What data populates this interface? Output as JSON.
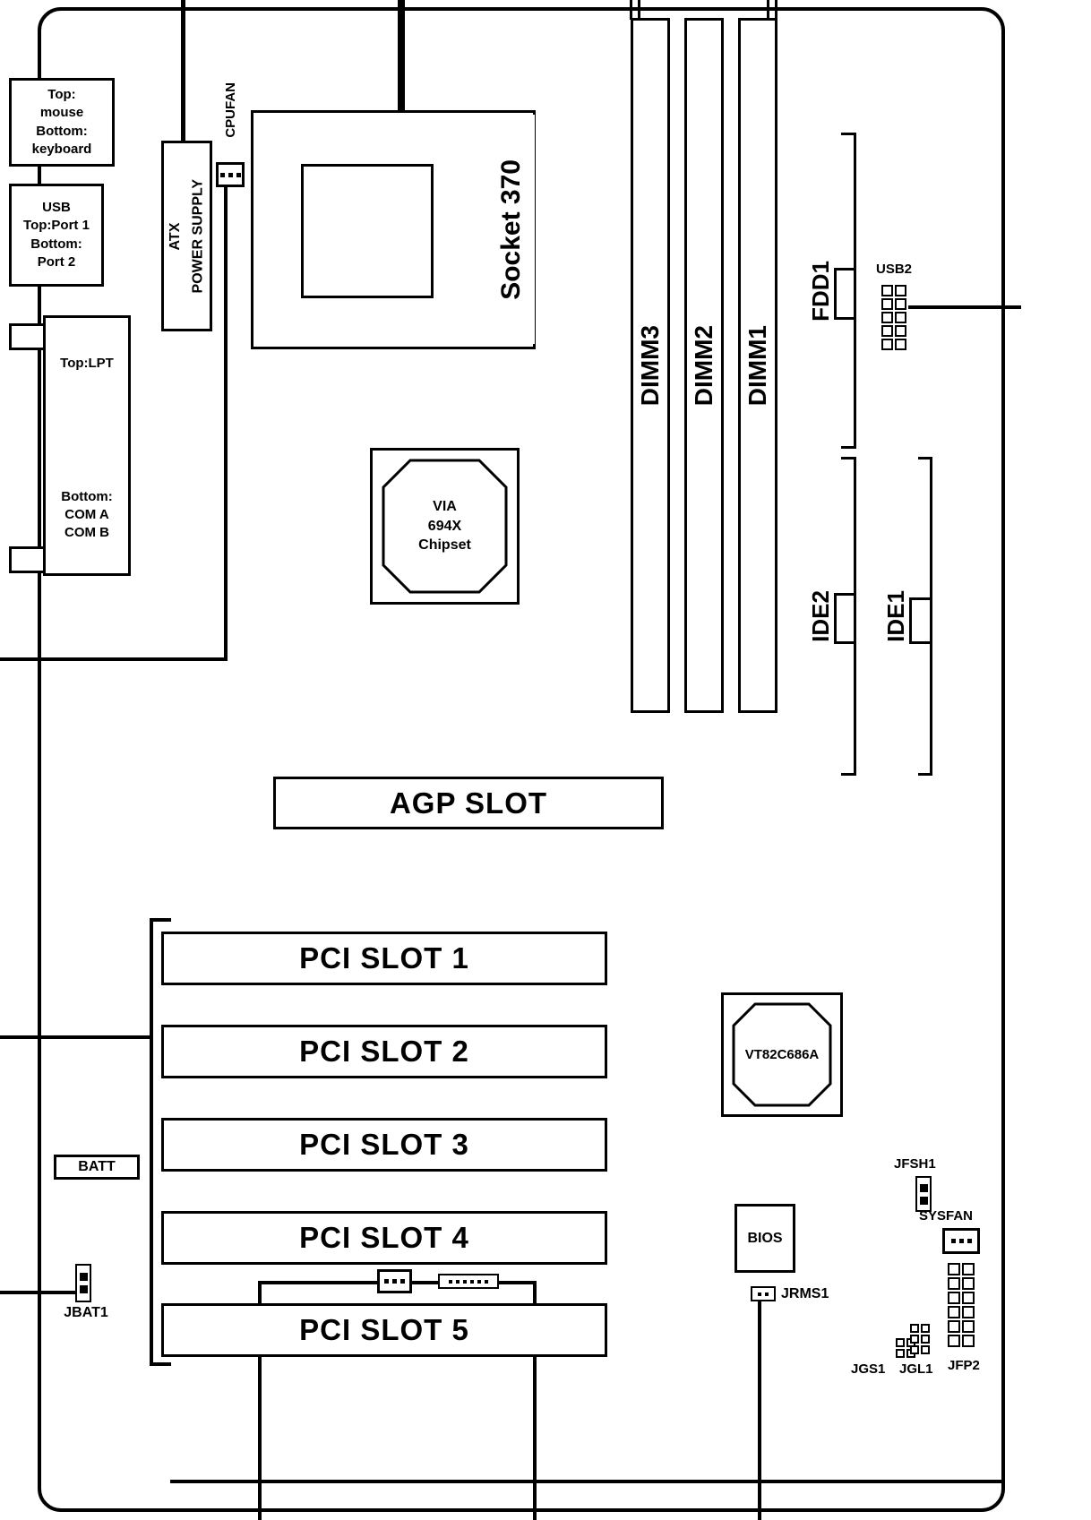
{
  "diagram": {
    "back_panel": {
      "mouse_keyboard": "Top:\nmouse\nBottom:\nkeyboard",
      "usb_ports": "USB\nTop:Port 1\nBottom:\nPort 2",
      "lpt": "Top:LPT",
      "com": "Bottom:\nCOM A\nCOM B"
    },
    "power": {
      "atx": "ATX\nPOWER SUPPLY",
      "cpufan": "CPUFAN",
      "sysfan": "SYSFAN"
    },
    "cpu": {
      "socket": "Socket 370"
    },
    "chips": {
      "northbridge": "VIA\n694X\nChipset",
      "southbridge": "VT82C686A",
      "bios": "BIOS"
    },
    "memory": {
      "dimm3": "DIMM3",
      "dimm2": "DIMM2",
      "dimm1": "DIMM1"
    },
    "storage": {
      "fdd1": "FDD1",
      "ide2": "IDE2",
      "ide1": "IDE1"
    },
    "slots": {
      "agp": "AGP SLOT",
      "pci1": "PCI SLOT 1",
      "pci2": "PCI SLOT 2",
      "pci3": "PCI SLOT 3",
      "pci4": "PCI SLOT 4",
      "pci5": "PCI SLOT 5"
    },
    "headers": {
      "usb2": "USB2",
      "batt": "BATT",
      "jbat1": "JBAT1",
      "jrms1": "JRMS1",
      "jfsh1": "JFSH1",
      "jfp2": "JFP2",
      "jgs1": "JGS1",
      "jgl1": "JGL1"
    },
    "colors": {
      "line": "#000000",
      "background": "#ffffff"
    }
  }
}
